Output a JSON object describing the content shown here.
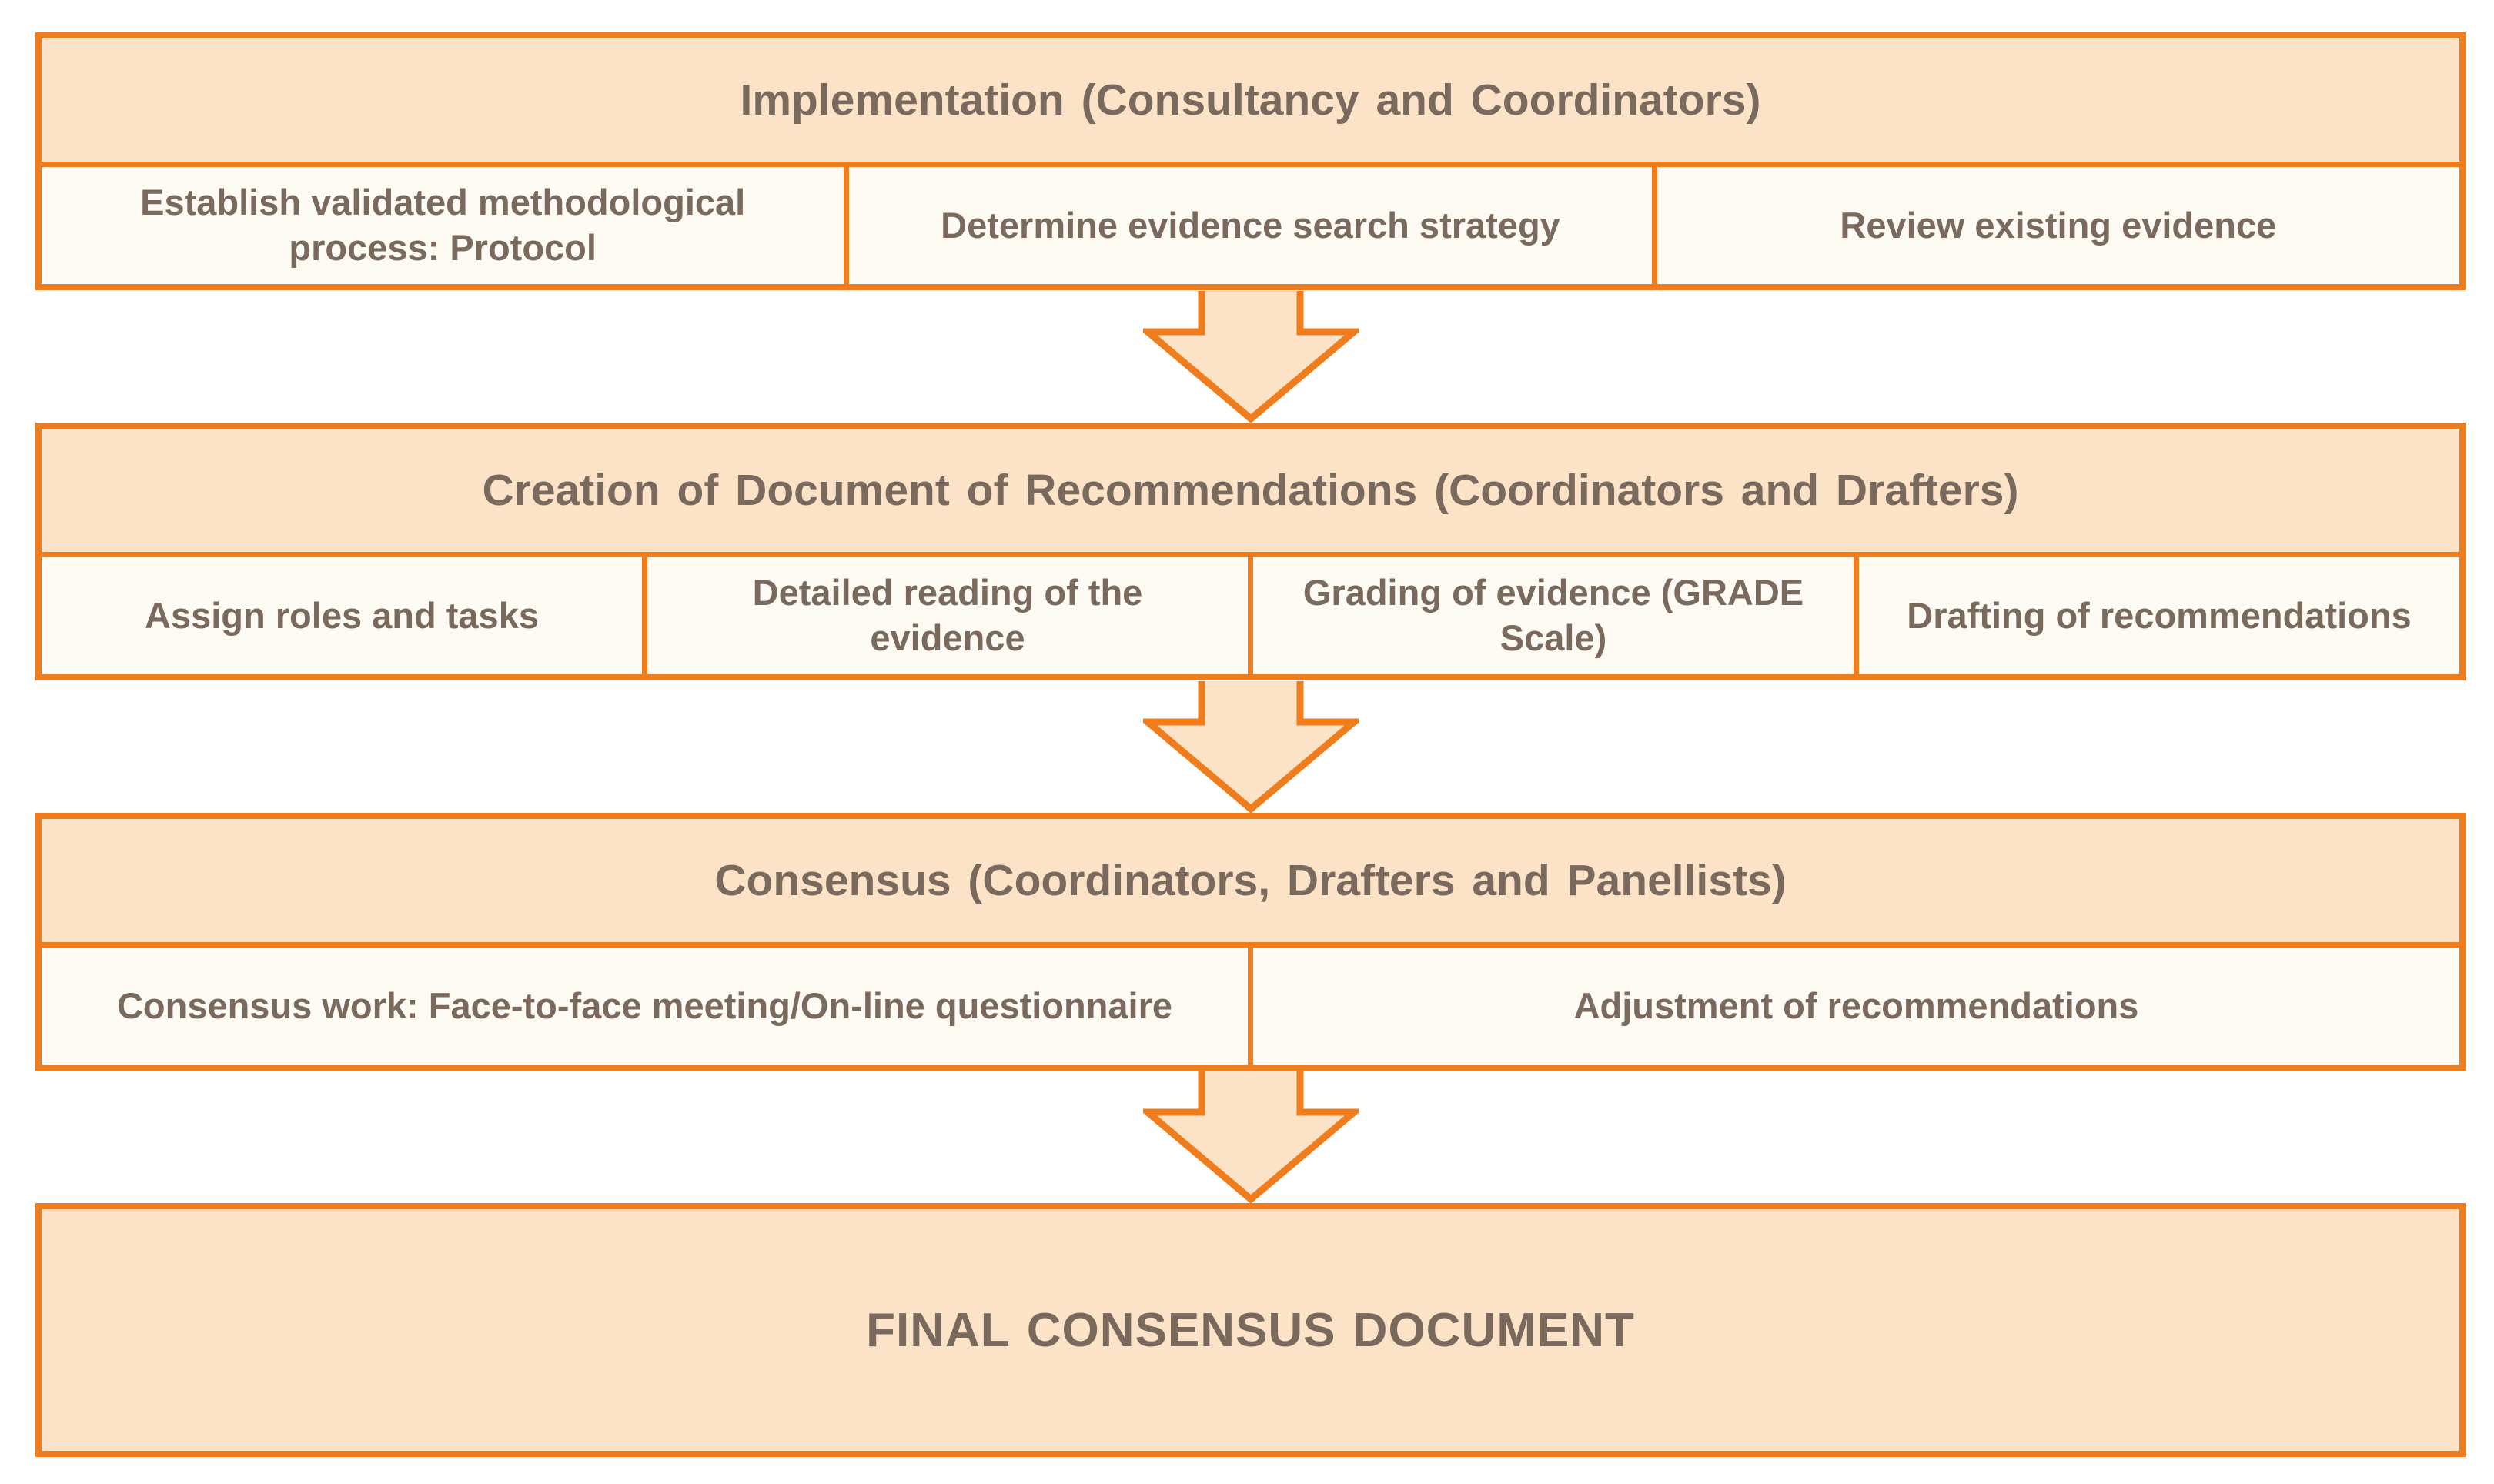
{
  "colors": {
    "orange": "#EF7D1E",
    "band_fill": "#FCE3C7",
    "cell_fill": "#FDF9F3",
    "text": "#7A6A5E"
  },
  "flowchart": {
    "stages": [
      {
        "title": "Implementation (Consultancy and Coordinators)",
        "steps": [
          "Establish validated methodological process: Protocol",
          "Determine evidence search strategy",
          "Review existing evidence"
        ]
      },
      {
        "title": "Creation of Document of Recommendations (Coordinators and Drafters)",
        "steps": [
          "Assign roles and tasks",
          "Detailed reading of the evidence",
          "Grading of evidence (GRADE Scale)",
          "Drafting of recommendations"
        ]
      },
      {
        "title": "Consensus (Coordinators, Drafters and Panellists)",
        "steps": [
          "Consensus work: Face-to-face meeting/On-line questionnaire",
          "Adjustment of recommendations"
        ]
      }
    ],
    "final_label": "FINAL CONSENSUS DOCUMENT"
  }
}
